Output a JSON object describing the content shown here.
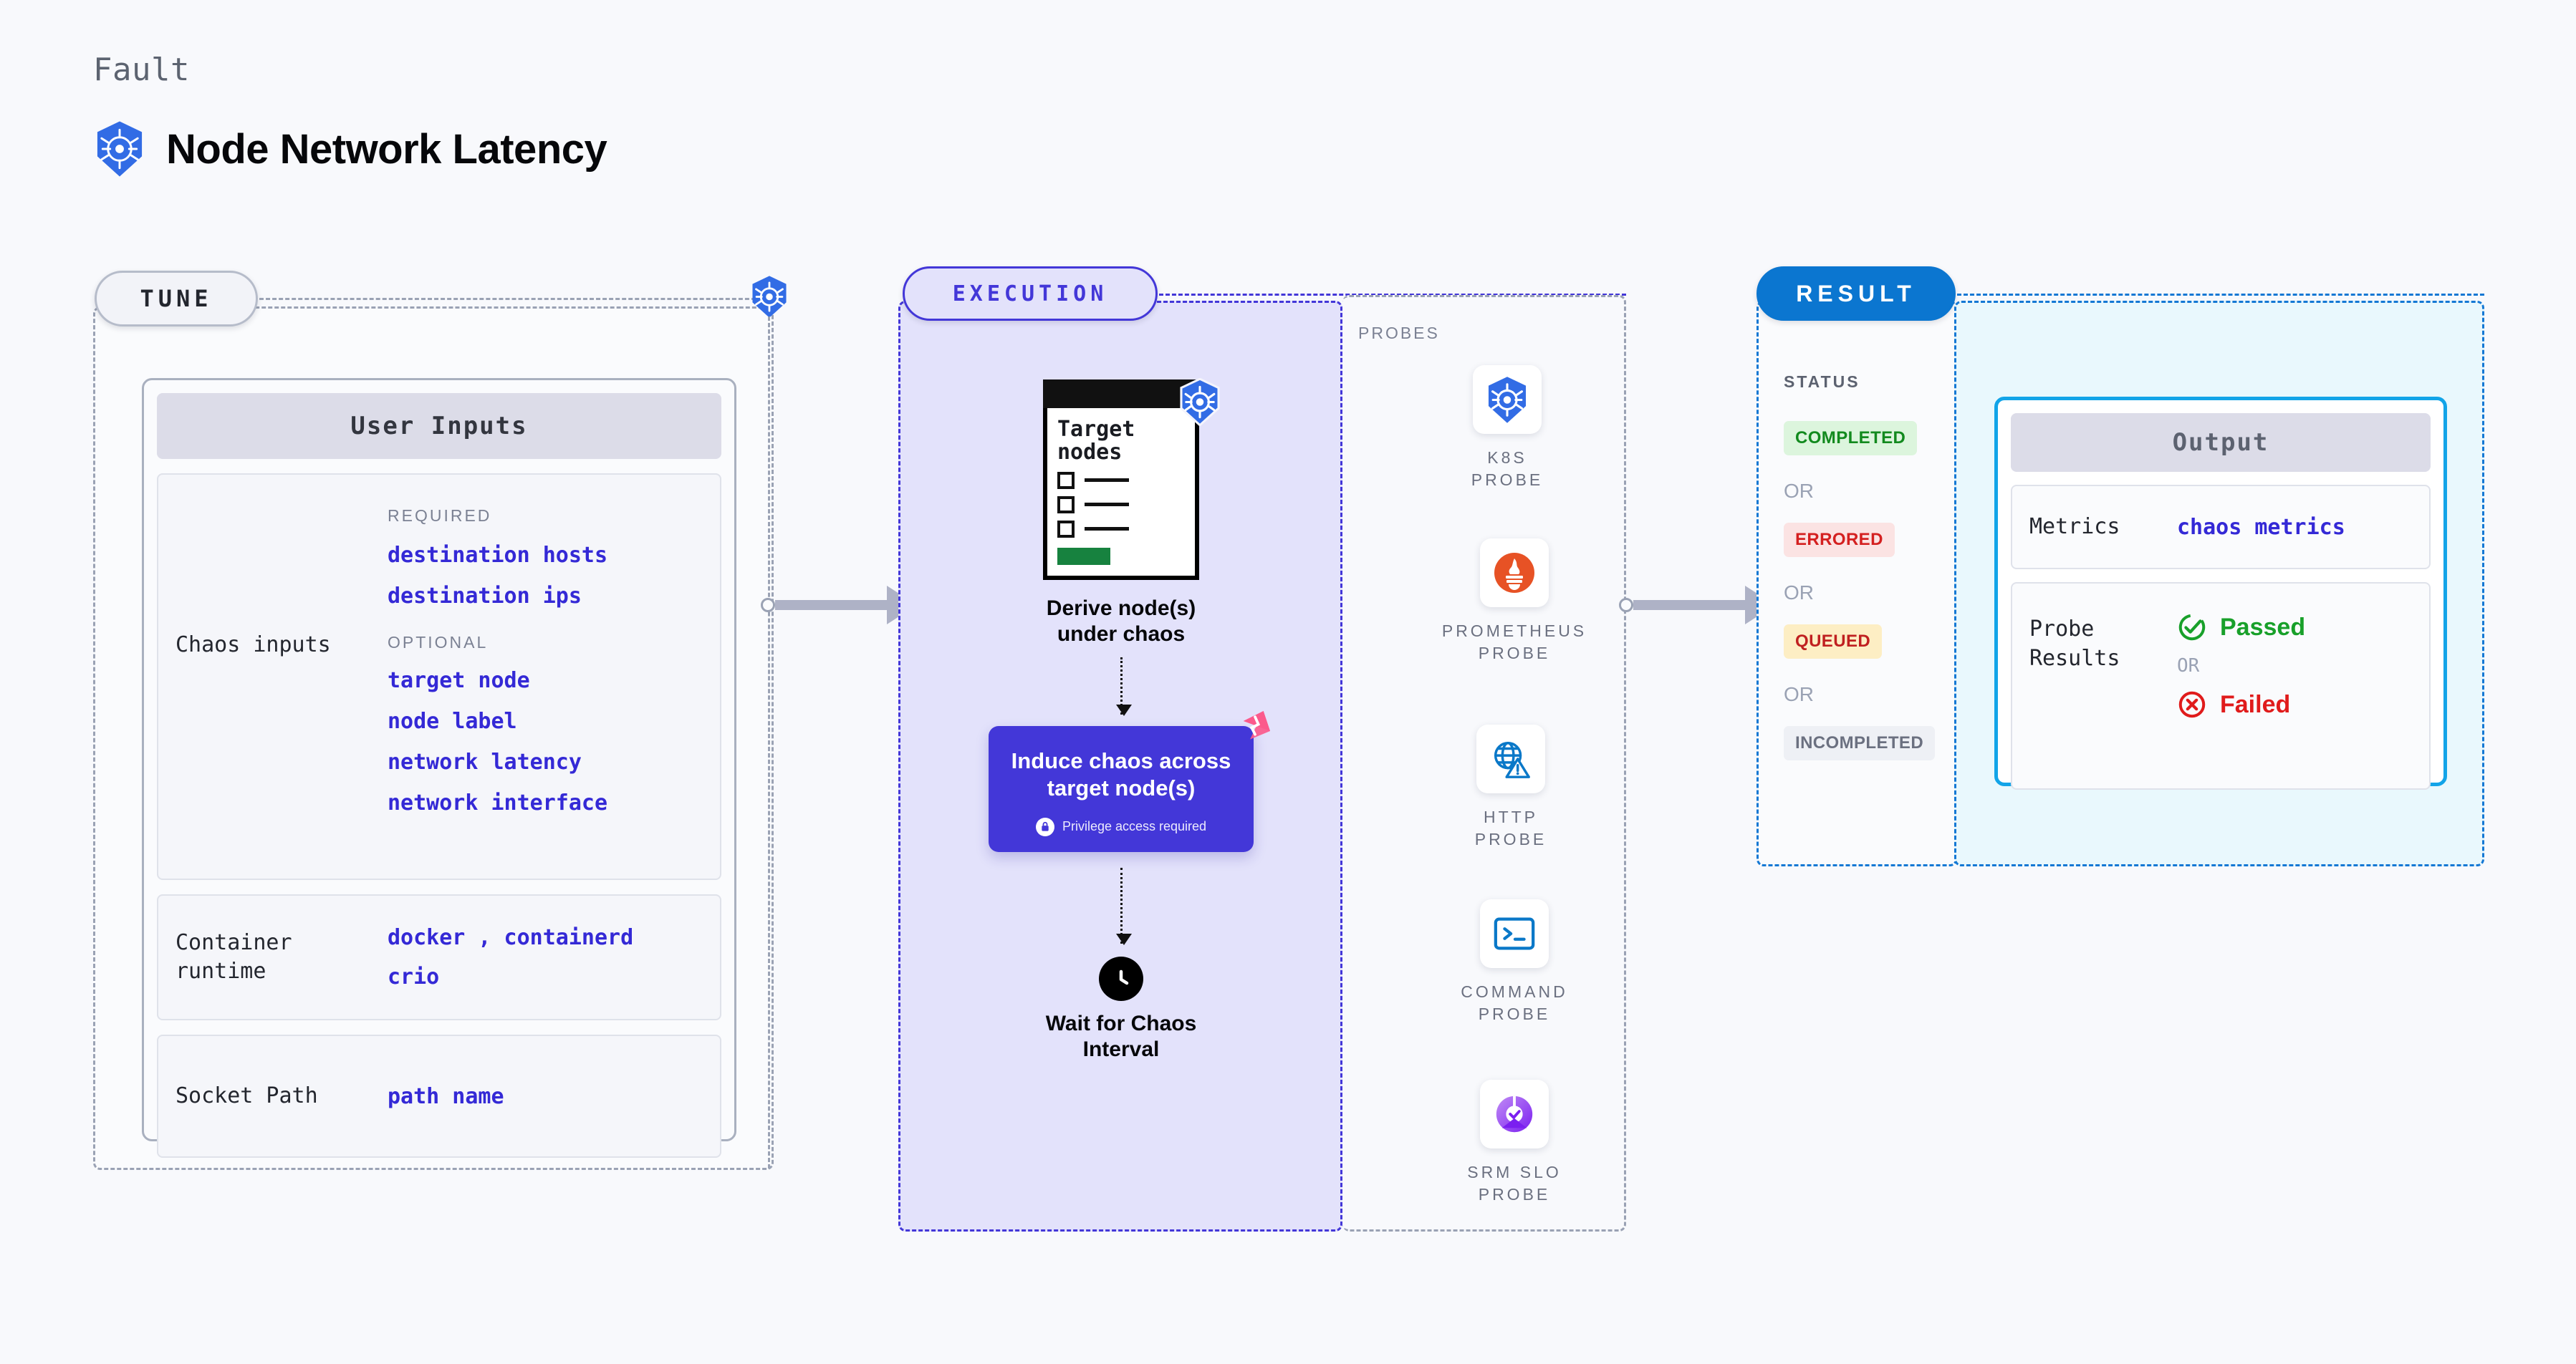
{
  "header": {
    "eyebrow": "Fault",
    "title": "Node Network Latency",
    "icon": "kubernetes-logo"
  },
  "tune": {
    "pill_label": "TUNE",
    "card_title": "User Inputs",
    "chaos_inputs": {
      "label": "Chaos inputs",
      "required_heading": "REQUIRED",
      "required": [
        "destination hosts",
        "destination ips"
      ],
      "optional_heading": "OPTIONAL",
      "optional": [
        "target node",
        "node label",
        "network latency",
        "network interface"
      ]
    },
    "container_runtime": {
      "label": "Container\nruntime",
      "values_line1": "docker , containerd",
      "values_line2": "crio"
    },
    "socket_path": {
      "label": "Socket Path",
      "value": "path name"
    }
  },
  "execution": {
    "pill_label": "EXECUTION",
    "doc": {
      "heading": "Target\nnodes",
      "icon": "kubernetes-logo"
    },
    "step1_caption": "Derive node(s)\nunder chaos",
    "chaos_box": {
      "title": "Induce chaos across\ntarget node(s)",
      "privilege_note": "Privilege access required",
      "corner_icon": "litmus-chaos-logo",
      "lock_icon": "lock-icon"
    },
    "step3_caption": "Wait for Chaos\nInterval",
    "clock_icon": "clock-icon"
  },
  "probes": {
    "heading": "PROBES",
    "items": [
      {
        "label": "K8S PROBE",
        "icon": "kubernetes-probe-icon"
      },
      {
        "label": "PROMETHEUS\nPROBE",
        "icon": "prometheus-probe-icon"
      },
      {
        "label": "HTTP PROBE",
        "icon": "http-probe-icon"
      },
      {
        "label": "COMMAND\nPROBE",
        "icon": "command-probe-icon"
      },
      {
        "label": "SRM SLO\nPROBE",
        "icon": "srm-slo-probe-icon"
      }
    ]
  },
  "result": {
    "pill_label": "RESULT",
    "status_heading": "STATUS",
    "or_label": "OR",
    "statuses": [
      {
        "label": "COMPLETED",
        "variant": "completed"
      },
      {
        "label": "ERRORED",
        "variant": "errored"
      },
      {
        "label": "QUEUED",
        "variant": "queued"
      },
      {
        "label": "INCOMPLETED",
        "variant": "incompleted"
      }
    ],
    "output": {
      "card_title": "Output",
      "metrics_label": "Metrics",
      "metrics_value": "chaos metrics",
      "probe_results_label": "Probe\nResults",
      "passed_label": "Passed",
      "failed_label": "Failed",
      "or_label": "OR",
      "passed_icon": "check-circle-icon",
      "failed_icon": "x-circle-icon"
    }
  },
  "colors": {
    "background": "#f8f9fc",
    "accent_purple": "#4337d8",
    "accent_blue": "#1478d4",
    "k8s_blue": "#326ce5",
    "value_text": "#3429d6",
    "success_green": "#128a1e",
    "error_red": "#d42020",
    "warning_yellow": "#fdeec4",
    "litmus_pink": "#fb5a8c",
    "cyan_border": "#12a4e8"
  }
}
